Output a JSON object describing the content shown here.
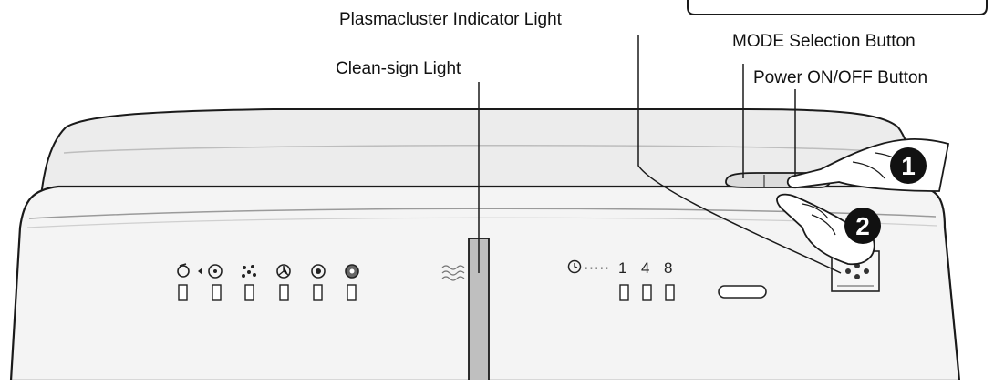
{
  "callouts": {
    "plasmacluster_light": "Plasmacluster Indicator Light",
    "mode_button": "MODE Selection Button",
    "clean_sign_light": "Clean-sign Light",
    "power_button": "Power ON/OFF Button"
  },
  "steps": {
    "one": "1",
    "two": "2"
  },
  "panel": {
    "mode_icons": [
      "swirl-auto-icon",
      "sleep-fan-icon",
      "pollen-icon",
      "fan-low-icon",
      "fan-medium-icon",
      "fan-max-icon"
    ],
    "timer_hours": [
      "1",
      "4",
      "8"
    ],
    "timer_dots": "·····"
  },
  "colors": {
    "outline": "#1a1a1a",
    "body": "#f2f2f2",
    "lid": "#e2e2e2"
  }
}
